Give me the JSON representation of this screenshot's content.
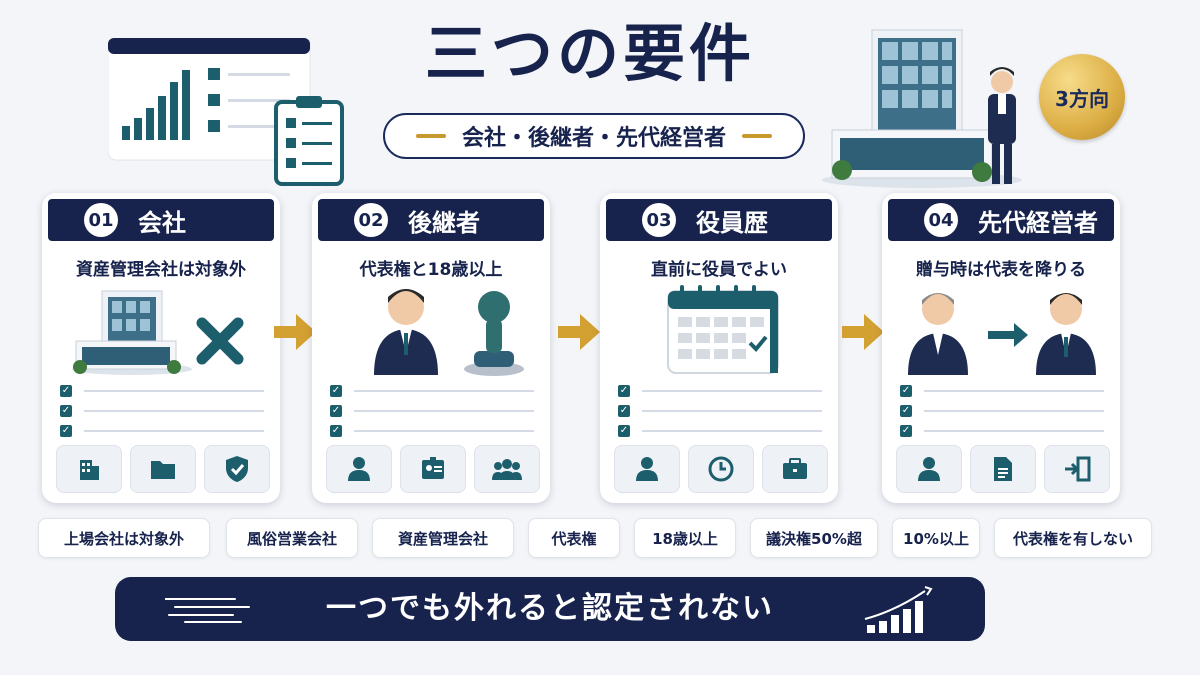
{
  "header": {
    "title": "三つの要件",
    "subtitle": "会社・後継者・先代経営者",
    "badge": "3方向"
  },
  "cards": [
    {
      "number": "01",
      "title": "会社",
      "description": "資産管理会社は対象外",
      "icons": [
        "building-icon",
        "folder-icon",
        "shield-check-icon"
      ]
    },
    {
      "number": "02",
      "title": "後継者",
      "description": "代表権と18歳以上",
      "icons": [
        "person-icon",
        "id-card-icon",
        "group-icon"
      ]
    },
    {
      "number": "03",
      "title": "役員歴",
      "description": "直前に役員でよい",
      "icons": [
        "person-icon",
        "clock-icon",
        "briefcase-icon"
      ]
    },
    {
      "number": "04",
      "title": "先代経営者",
      "description": "贈与時は代表を降りる",
      "icons": [
        "person-icon",
        "document-icon",
        "exit-door-icon"
      ]
    }
  ],
  "tags": [
    "上場会社は対象外",
    "風俗営業会社",
    "資産管理会社",
    "代表権",
    "18歳以上",
    "議決権50%超",
    "10%以上",
    "代表権を有しない"
  ],
  "banner": {
    "text": "一つでも外れると認定されない"
  },
  "colors": {
    "navy": "#17234d",
    "teal": "#1d5e6d",
    "gold": "#c89a2e"
  }
}
